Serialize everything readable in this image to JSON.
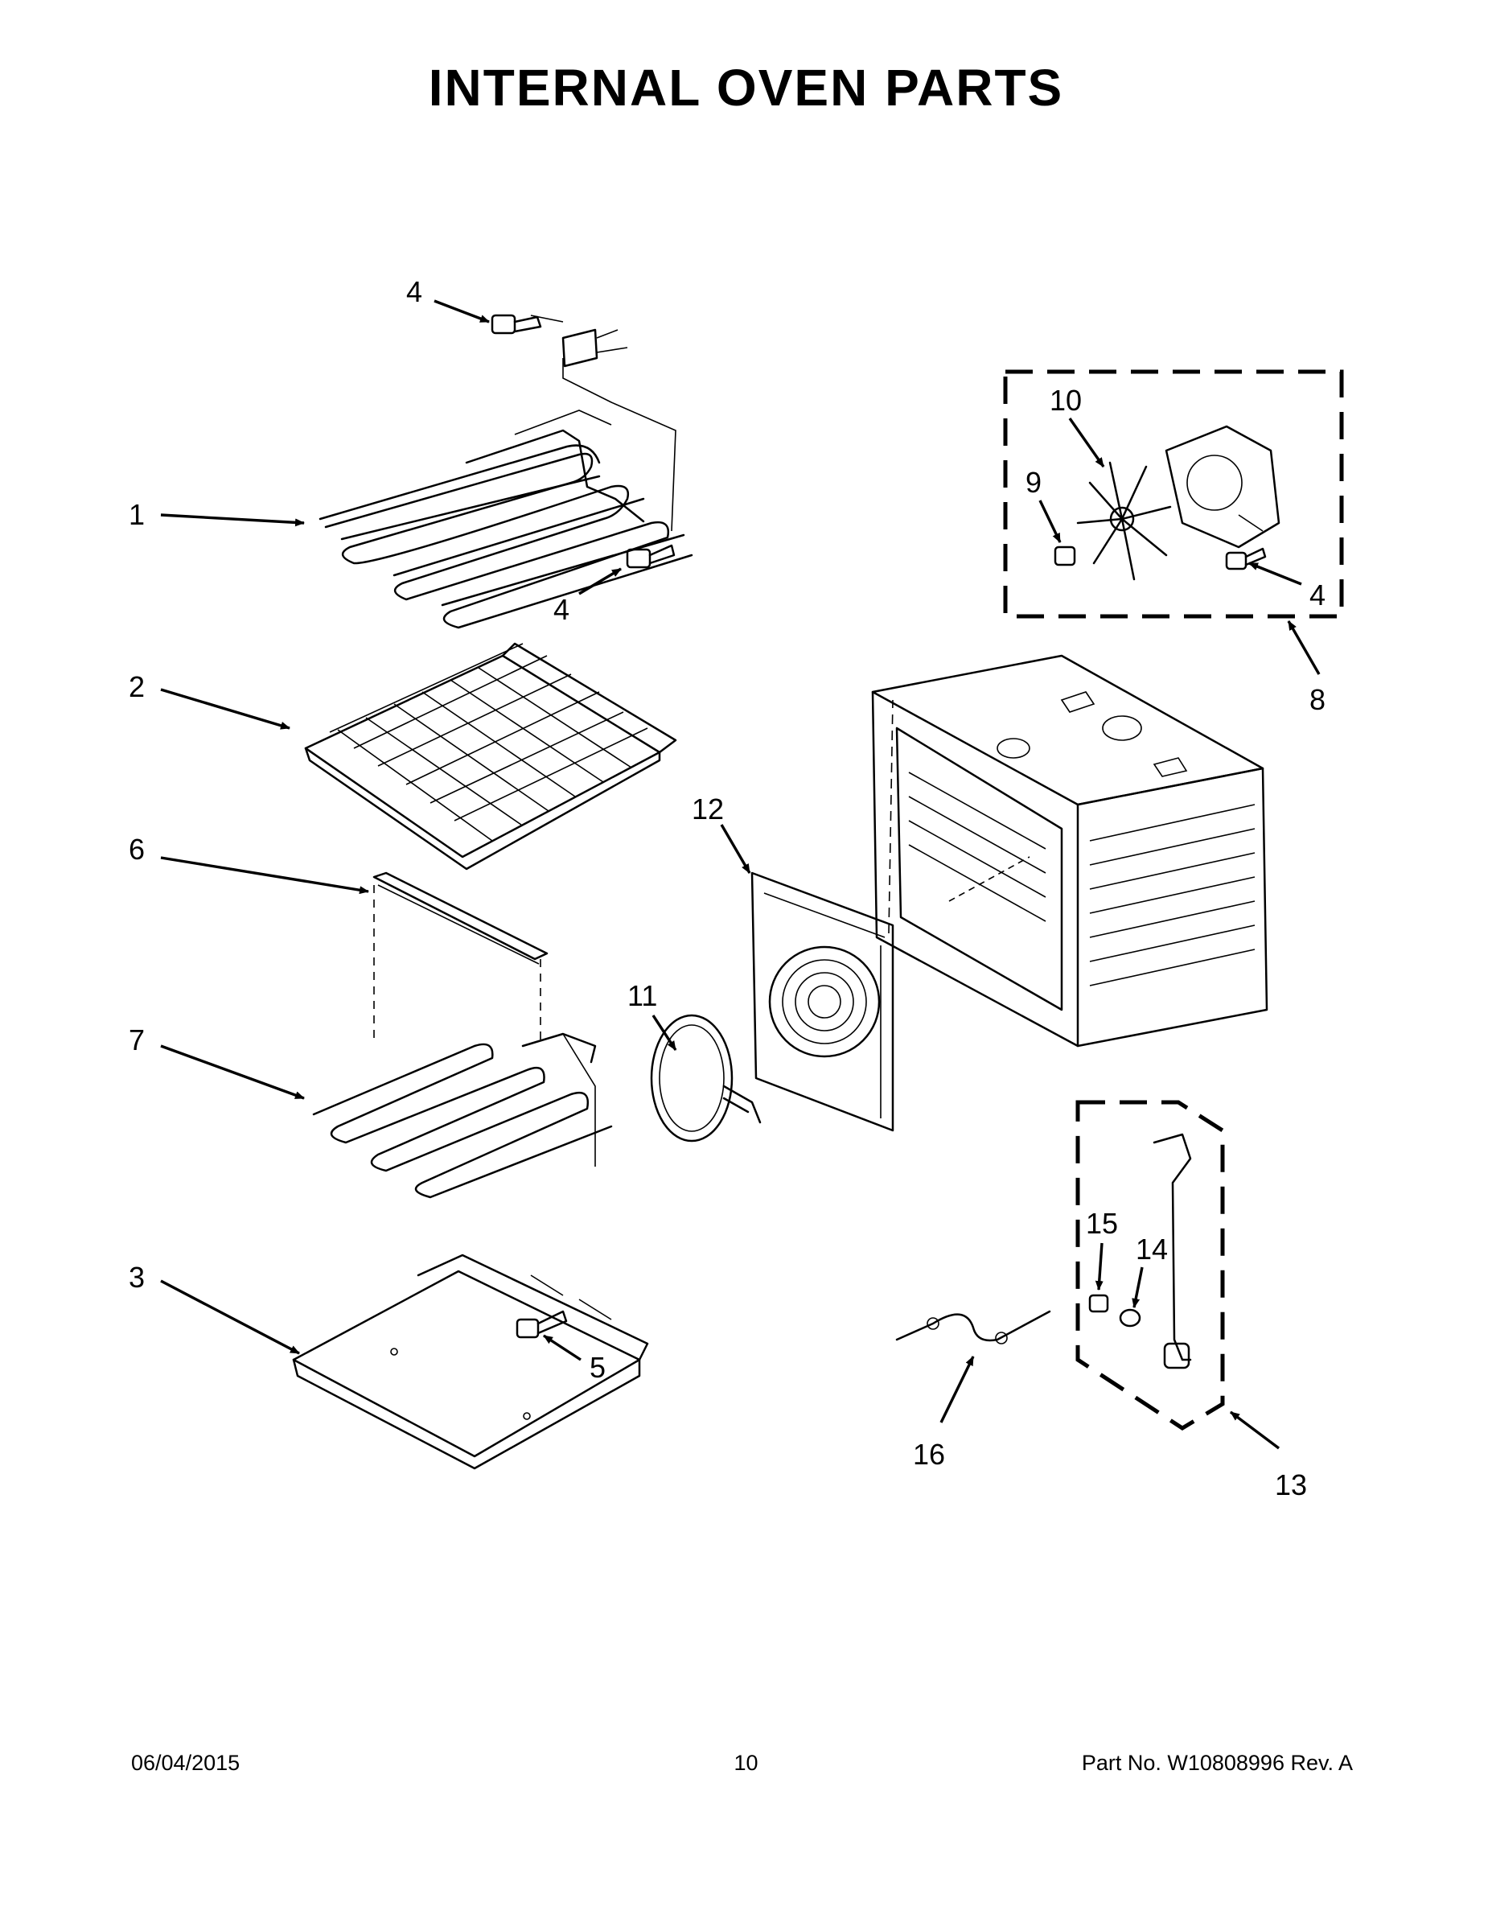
{
  "title": "INTERNAL OVEN PARTS",
  "footer": {
    "date": "06/04/2015",
    "page": "10",
    "part_no": "Part No.  W10808996  Rev.  A"
  },
  "callouts": {
    "c1": "1",
    "c2": "2",
    "c3": "3",
    "c4a": "4",
    "c4b": "4",
    "c4c": "4",
    "c5": "5",
    "c6": "6",
    "c7": "7",
    "c8": "8",
    "c9": "9",
    "c10": "10",
    "c11": "11",
    "c12": "12",
    "c13": "13",
    "c14": "14",
    "c15": "15",
    "c16": "16"
  }
}
